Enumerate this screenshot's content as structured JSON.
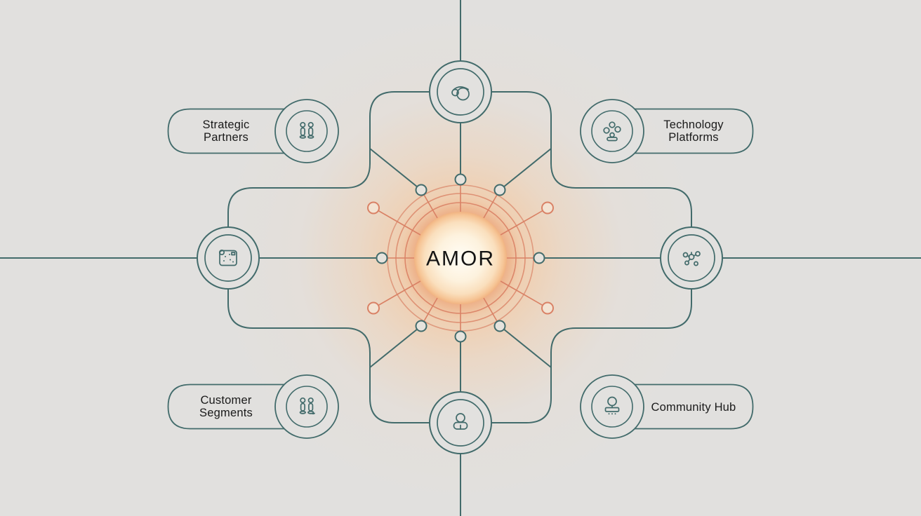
{
  "hub": {
    "label": "AMOR"
  },
  "satellites": {
    "top_left_pill": {
      "line1": "Strategic",
      "line2": "Partners",
      "icon": "partners-icon"
    },
    "top_right_pill": {
      "line1": "Technology",
      "line2": "Platforms",
      "icon": "network-nodes-icon"
    },
    "bottom_left_pill": {
      "line1": "Customer",
      "line2": "Segments",
      "icon": "people-group-icon"
    },
    "bottom_right_pill": {
      "label": "Community Hub",
      "icon": "person-podium-icon"
    },
    "top_circle": {
      "icon": "abstract-orbit-icon"
    },
    "bottom_circle": {
      "icon": "person-icon"
    },
    "left_circle": {
      "icon": "map-dots-icon"
    },
    "right_circle": {
      "icon": "molecule-icon"
    }
  },
  "colors": {
    "background": "#e1e0de",
    "line_teal": "#426b6b",
    "accent_orange": "#d98165",
    "glow_peach": "#f5c59c",
    "text_dark": "#1a1a1a"
  }
}
